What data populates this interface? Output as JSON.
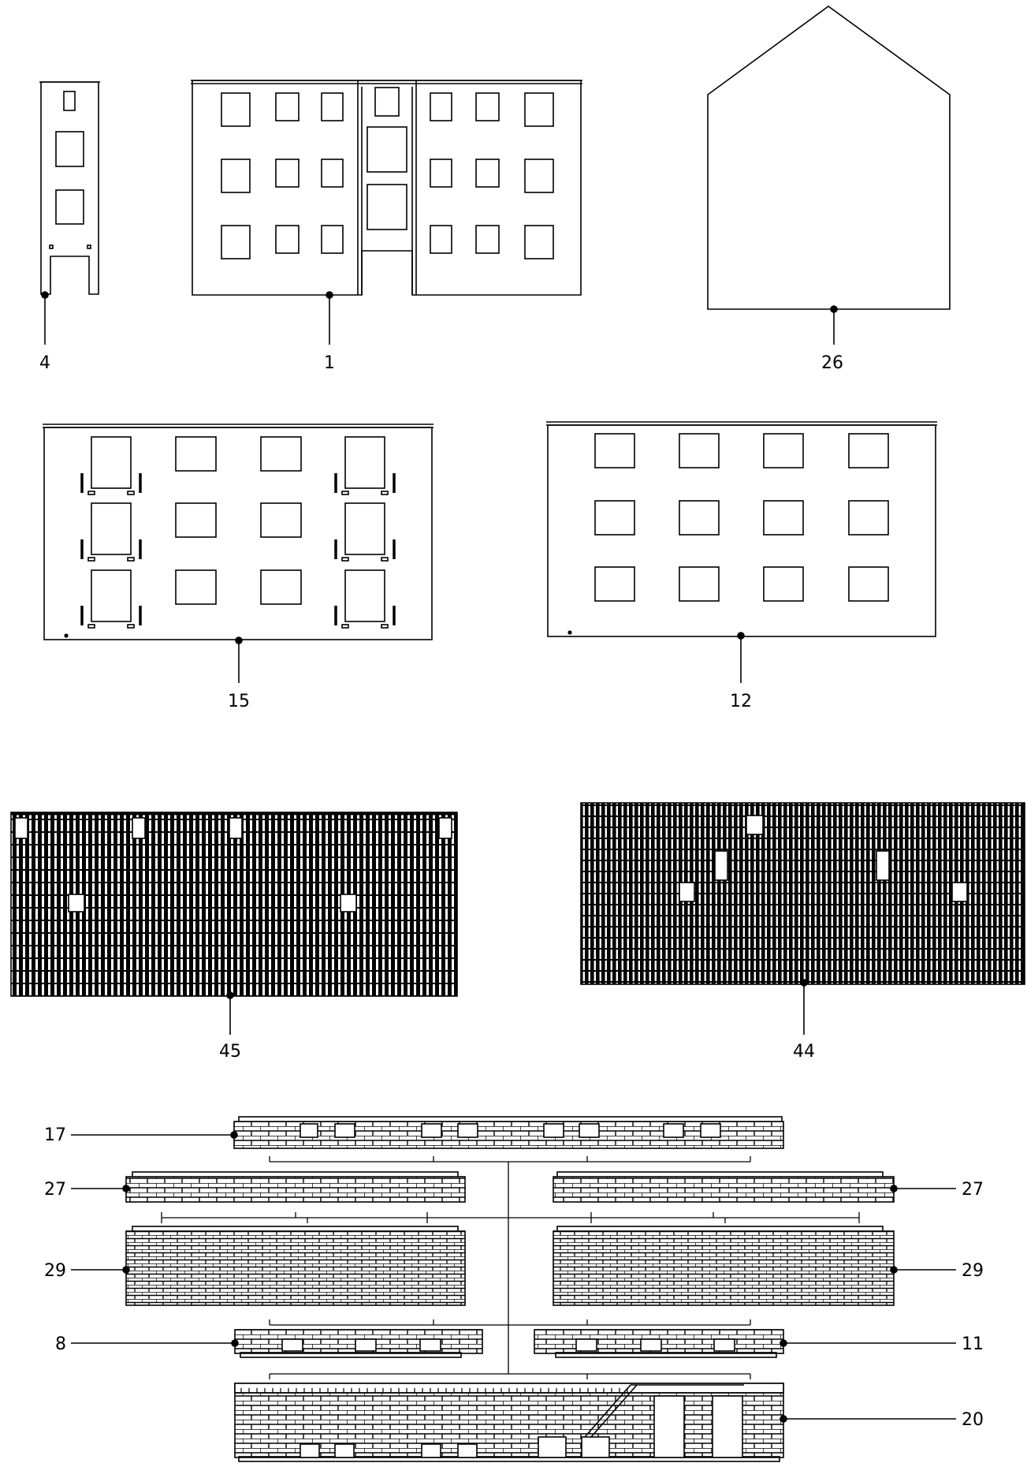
{
  "diagram": {
    "labels": {
      "l4": "4",
      "l1": "1",
      "l26": "26",
      "l15": "15",
      "l12": "12",
      "l45": "45",
      "l44": "44",
      "l17": "17",
      "l27_left": "27",
      "l27_right": "27",
      "l29_left": "29",
      "l29_right": "29",
      "l8": "8",
      "l11": "11",
      "l20": "20"
    }
  },
  "colors": {
    "ink": "#000000",
    "paper": "#ffffff"
  }
}
